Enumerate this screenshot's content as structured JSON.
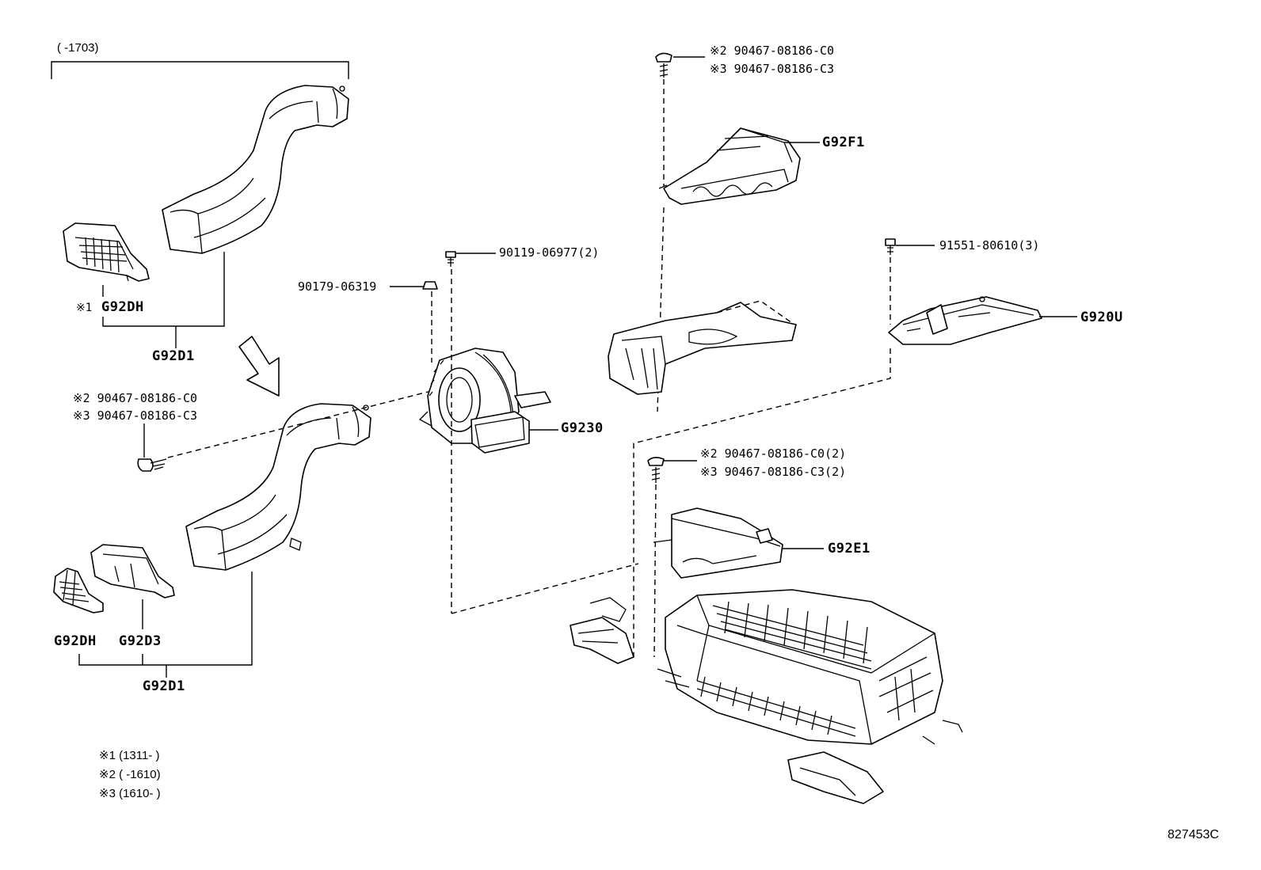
{
  "labels": {
    "range_top": "(    -1703)",
    "g92dh_top_note": "※1",
    "g92dh_top": "G92DH",
    "g92d1_top": "G92D1",
    "bolt_left_l1": "※2 90467-08186-C0",
    "bolt_left_l2": "※3 90467-08186-C3",
    "g92dh_bottom": "G92DH",
    "g92d3": "G92D3",
    "g92d1_bottom": "G92D1",
    "bolt_fan": "90119-06977(2)",
    "nut_fan": "90179-06319",
    "g9230": "G9230",
    "bolt_top_l1": "※2 90467-08186-C0",
    "bolt_top_l2": "※3 90467-08186-C3",
    "g92f1": "G92F1",
    "bolt_right": "91551-80610(3)",
    "g920u": "G920U",
    "bolt_mid_l1": "※2 90467-08186-C0(2)",
    "bolt_mid_l2": "※3 90467-08186-C3(2)",
    "g92e1": "G92E1",
    "note_1": "※1 (1311-    )",
    "note_2": "※2 (    -1610)",
    "note_3": "※3 (1610-    )",
    "diagram_id": "827453C"
  }
}
